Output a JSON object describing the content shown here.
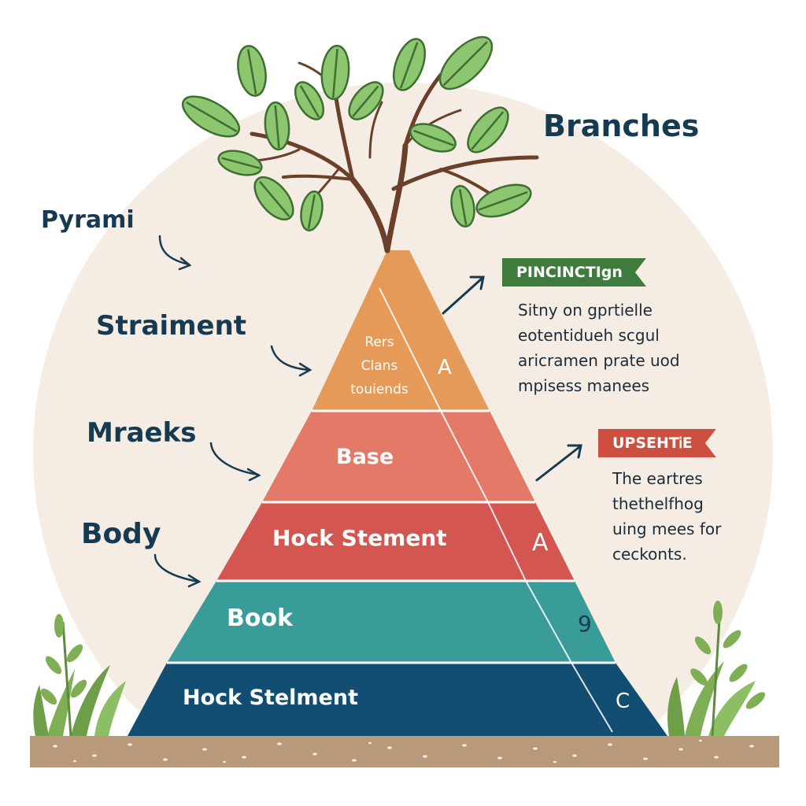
{
  "labels": {
    "branches": "Branches",
    "pyramid": "Pyrami",
    "straiment": "Straiment",
    "mraeks": "Mraeks",
    "body": "Body"
  },
  "tiers": {
    "top": {
      "lines": [
        "Rers",
        "Clans",
        "touiends"
      ],
      "side_letter": "A",
      "color": "#e59b57"
    },
    "second": {
      "label": "Base",
      "color": "#e27a67"
    },
    "third": {
      "label": "Hock Stement",
      "side_letter": "A",
      "color": "#d45650"
    },
    "fourth": {
      "label": "Book",
      "side_letter": "9",
      "color": "#3a9c99"
    },
    "bottom": {
      "label": "Hock Stelment",
      "side_letter": "C",
      "color": "#124e72"
    }
  },
  "callouts": [
    {
      "banner": "PINCINCTIgn",
      "color": "#3f7b3c",
      "lines": [
        "Sitny on gprtielle",
        "eotentiduеh scgul",
        "aricramen  prate uod",
        "mpisess manees"
      ]
    },
    {
      "banner": "UPSEHTᎥE",
      "color": "#cc4f3f",
      "lines": [
        "The eartres",
        "thethelfhog",
        "uing mees for",
        "ceckonts."
      ]
    }
  ],
  "colors": {
    "background_circle": "#f5ede3",
    "leaf": "#8cc66e",
    "leaf_vein": "#3f6e33",
    "trunk": "#6b3f2a",
    "soil": "#b89a7a",
    "grass": "#7fae55",
    "label": "#163a52"
  }
}
